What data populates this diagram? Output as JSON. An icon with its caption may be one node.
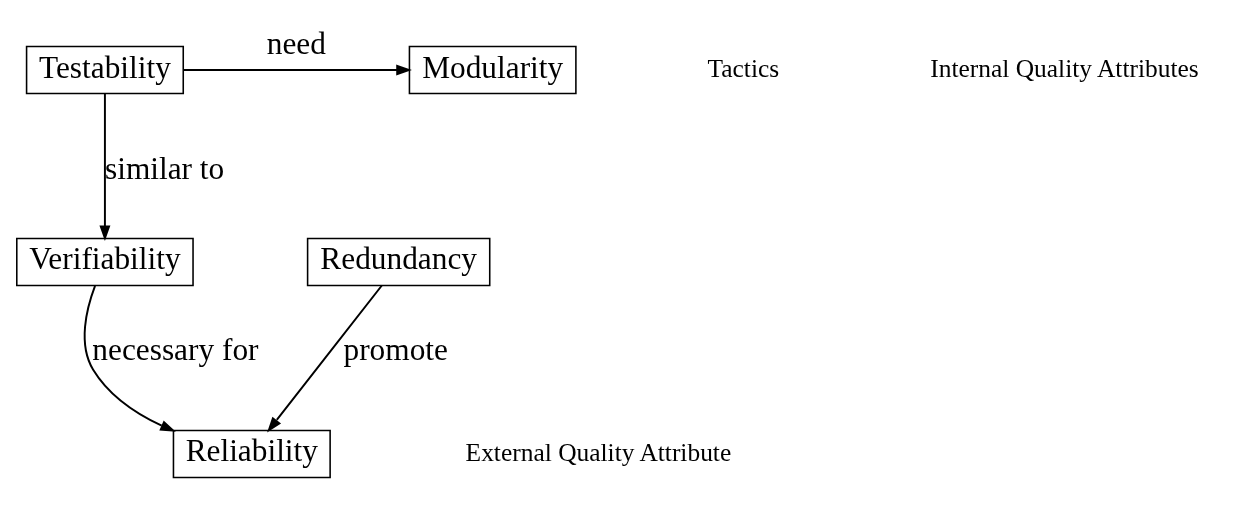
{
  "diagram": {
    "nodes": [
      {
        "text": [
          "Modularity"
        ]
      },
      {
        "text": [
          "Testability"
        ]
      },
      {
        "text": [
          "Redundancy"
        ]
      },
      {
        "text": [
          "Verifiability"
        ]
      },
      {
        "text": [
          "Reliability"
        ]
      }
    ],
    "edges": [
      {
        "from": 1,
        "to": 0,
        "arrow": "to",
        "label": "need"
      },
      {
        "from": 1,
        "to": 3,
        "arrow": "to",
        "label": "similar to"
      },
      {
        "from": 3,
        "to": 4,
        "arrow": "to",
        "label": "necessary for"
      },
      {
        "from": 2,
        "to": 4,
        "arrow": "to",
        "label": "promote"
      }
    ],
    "labels": [
      "Tactics",
      "Internal Quality Attributes",
      "External Quality Attribute"
    ]
  }
}
